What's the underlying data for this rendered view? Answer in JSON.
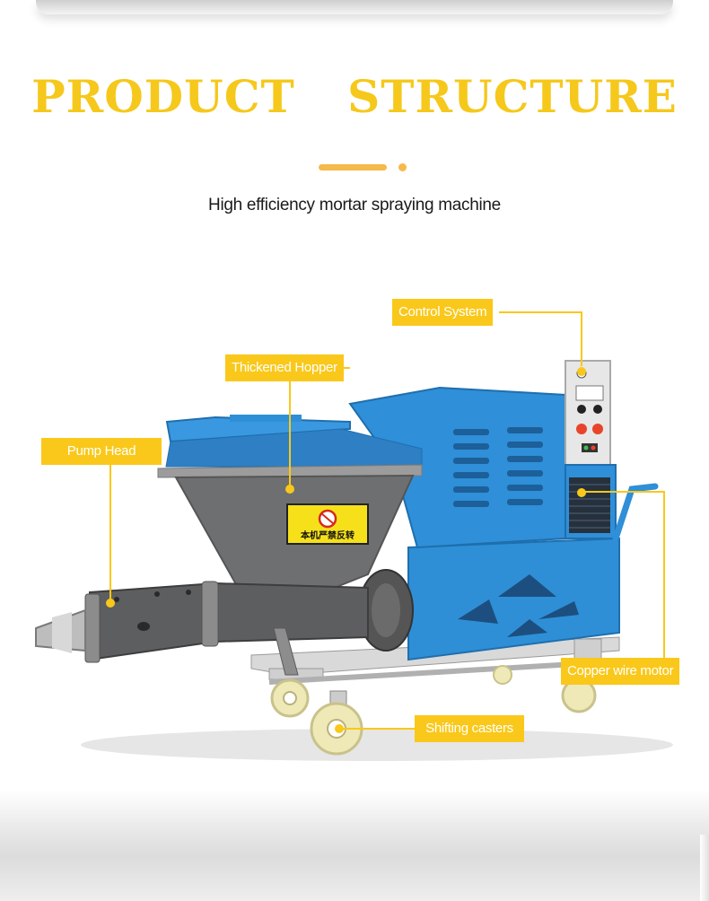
{
  "header": {
    "title": "PRODUCT  STRUCTURE",
    "subtitle": "High efficiency mortar spraying machine"
  },
  "labels": {
    "control_system": "Control System",
    "hopper": "Thickened Hopper",
    "pump_head": "Pump Head",
    "motor": "Copper wire motor",
    "casters": "Shifting casters"
  },
  "machine": {
    "warning_sign": "本机严禁反转"
  },
  "colors": {
    "accent_yellow": "#f9c81a",
    "title_yellow": "#f5c81b",
    "divider_orange": "#f6b94c",
    "machine_blue": "#2e8fd6",
    "machine_gray": "#6d6e70"
  }
}
